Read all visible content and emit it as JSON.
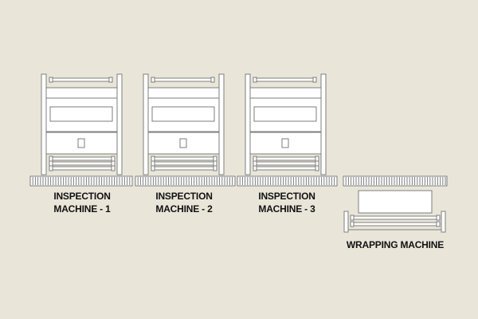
{
  "machines": [
    {
      "line1": "INSPECTION",
      "line2": "MACHINE - 1"
    },
    {
      "line1": "INSPECTION",
      "line2": "MACHINE - 2"
    },
    {
      "line1": "INSPECTION",
      "line2": "MACHINE - 3"
    }
  ],
  "wrapping": {
    "label": "WRAPPING MACHINE"
  },
  "colors": {
    "background": "#e9e6d9",
    "stroke": "#7d7d7d",
    "fill": "#ffffff",
    "label": "#111111"
  }
}
